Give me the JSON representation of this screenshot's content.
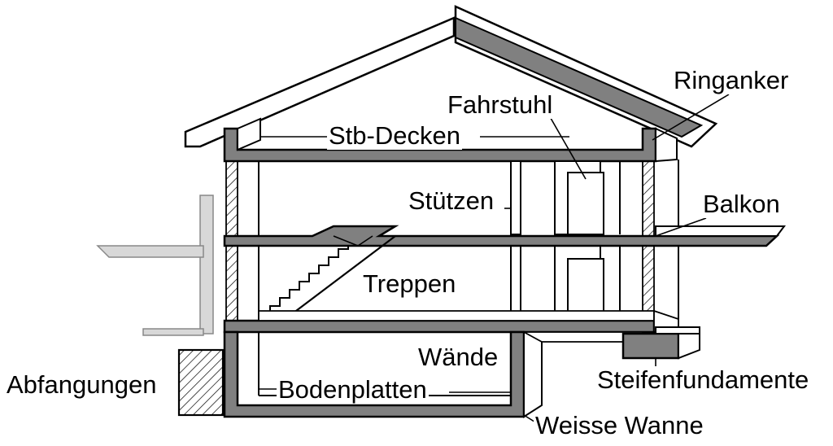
{
  "labels": {
    "ringanker": "Ringanker",
    "fahrstuhl": "Fahrstuhl",
    "stb_decken": "Stb-Decken",
    "stuetzen": "Stützen",
    "balkon": "Balkon",
    "treppen": "Treppen",
    "waende": "Wände",
    "abfangungen": "Abfangungen",
    "bodenplatten": "Bodenplatten",
    "steifenfundamente": "Steifenfundamente",
    "weisse_wanne": "Weisse Wanne"
  },
  "colors": {
    "line": "#000000",
    "slab_fill": "#808080",
    "light_fill": "#d8d8d8",
    "background": "#ffffff"
  }
}
